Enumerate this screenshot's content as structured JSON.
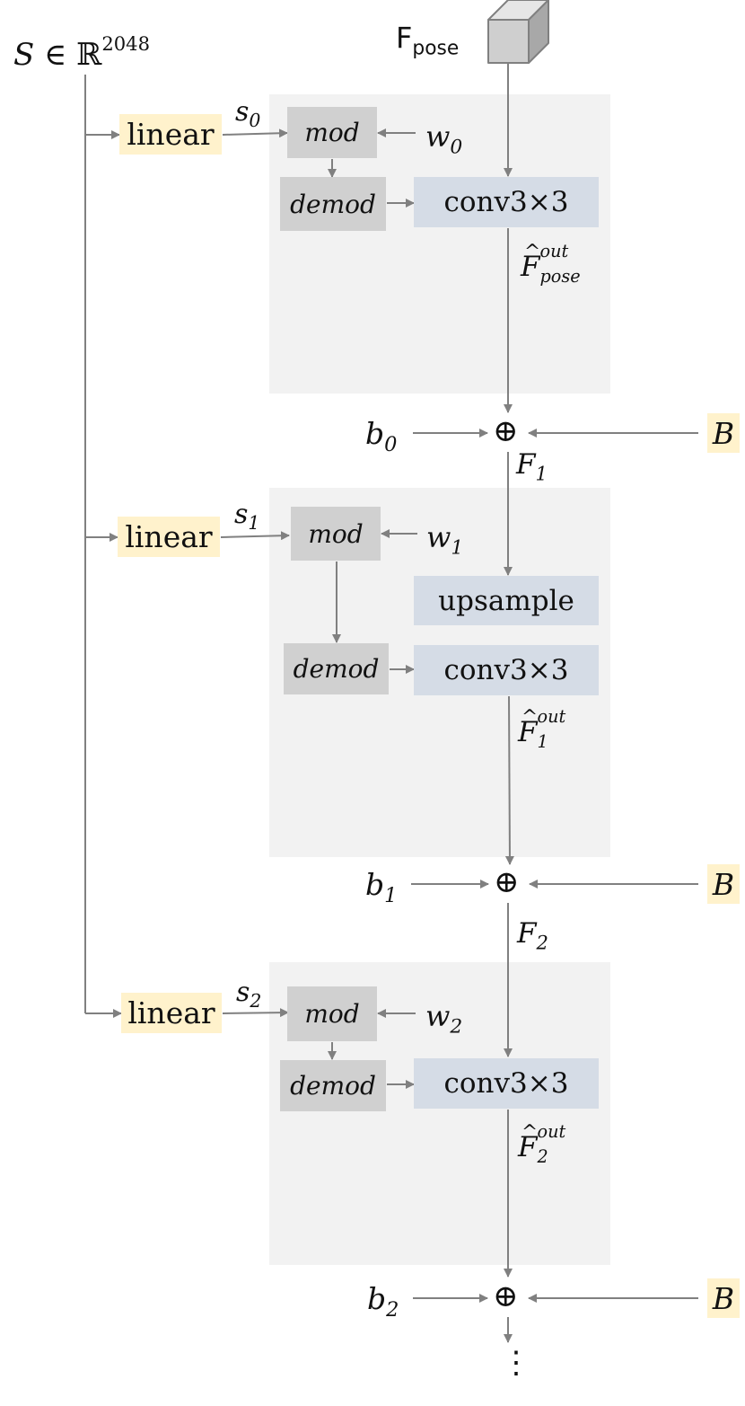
{
  "input": {
    "S": "S",
    "member": "∈",
    "real": "ℝ",
    "dim": "2048"
  },
  "pose": {
    "F": "F",
    "sub": "pose"
  },
  "stages": [
    {
      "linear": "linear",
      "s": "s",
      "s_sub": "0",
      "mod": "mod",
      "w": "w",
      "w_sub": "0",
      "demod": "demod",
      "conv": "conv3×3",
      "Fhat": "F",
      "Fhat_sup": "out",
      "Fhat_sub": "pose",
      "b": "b",
      "b_sub": "0",
      "F_next": "F",
      "F_next_sub": "1",
      "B": "B"
    },
    {
      "linear": "linear",
      "s": "s",
      "s_sub": "1",
      "mod": "mod",
      "w": "w",
      "w_sub": "1",
      "upsample": "upsample",
      "demod": "demod",
      "conv": "conv3×3",
      "Fhat": "F",
      "Fhat_sup": "out",
      "Fhat_sub": "1",
      "b": "b",
      "b_sub": "1",
      "F_next": "F",
      "F_next_sub": "2",
      "B": "B"
    },
    {
      "linear": "linear",
      "s": "s",
      "s_sub": "2",
      "mod": "mod",
      "w": "w",
      "w_sub": "2",
      "demod": "demod",
      "conv": "conv3×3",
      "Fhat": "F",
      "Fhat_sup": "out",
      "Fhat_sub": "2",
      "b": "b",
      "b_sub": "2",
      "B": "B"
    }
  ],
  "plus": "⊕",
  "hat": "^",
  "ellipsis": "⋮",
  "colors": {
    "block_bg": "#f2f2f2",
    "linear_fill": "#fff2cc",
    "mod_fill": "#d0d0d0",
    "conv_fill": "#d5dce6",
    "arrow": "#808080"
  }
}
